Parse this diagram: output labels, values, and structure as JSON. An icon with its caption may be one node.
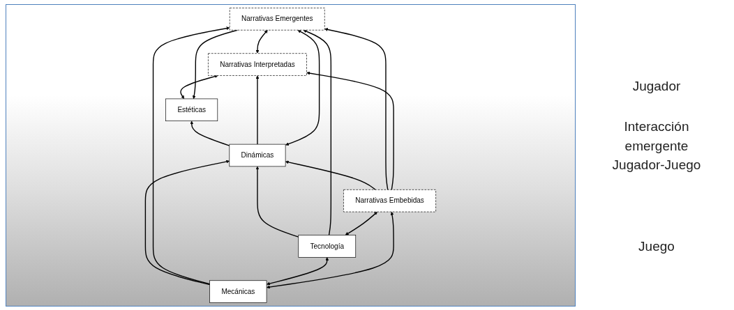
{
  "diagram": {
    "nodes": [
      {
        "text": [
          "Estéticas"
        ]
      },
      {
        "text": [
          "Narrativas Interpretadas"
        ]
      },
      {
        "text": [
          "Dinámicas"
        ]
      },
      {
        "text": [
          "Narrativas Emergentes"
        ]
      },
      {
        "text": [
          "Mecánicas"
        ]
      },
      {
        "text": [
          "Tecnología"
        ]
      },
      {
        "text": [
          "Narrativas Embebidas"
        ]
      }
    ],
    "edges": [
      {
        "from": 0,
        "to": 1,
        "arrow": "both"
      },
      {
        "from": 1,
        "to": 3,
        "arrow": "both"
      },
      {
        "from": 2,
        "to": 0,
        "arrow": "to"
      },
      {
        "from": 2,
        "to": 1,
        "arrow": "to"
      },
      {
        "from": 3,
        "to": 0,
        "arrow": "to"
      },
      {
        "from": 2,
        "to": 3,
        "arrow": "both"
      },
      {
        "from": 4,
        "to": 2,
        "arrow": "to"
      },
      {
        "from": 5,
        "to": 2,
        "arrow": "to"
      },
      {
        "from": 4,
        "to": 3,
        "arrow": "to"
      },
      {
        "from": 5,
        "to": 3,
        "arrow": "to"
      },
      {
        "from": 6,
        "to": 2,
        "arrow": "to"
      },
      {
        "from": 6,
        "to": 3,
        "arrow": "to"
      },
      {
        "from": 6,
        "to": 1,
        "arrow": "to"
      },
      {
        "from": 4,
        "to": 5,
        "arrow": "both"
      },
      {
        "from": 5,
        "to": 6,
        "arrow": "both"
      },
      {
        "from": 4,
        "to": 6,
        "arrow": "both"
      }
    ],
    "labels": [
      "Jugador",
      "Interacción emergente Jugador-Juego",
      "Juego"
    ]
  }
}
